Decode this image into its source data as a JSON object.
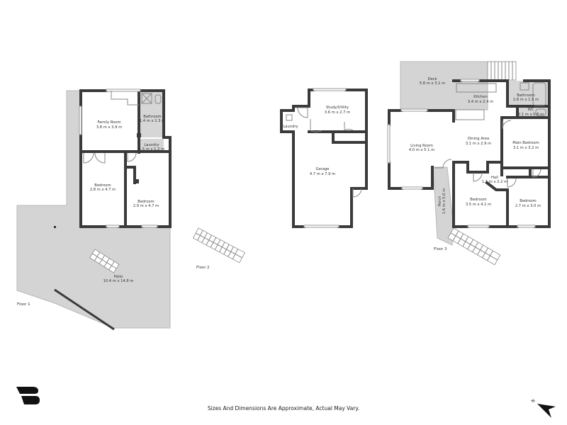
{
  "floors": [
    {
      "label": "Floor 1",
      "rooms": [
        {
          "name": "Family Room",
          "dims": "3.8 m x 3.9 m"
        },
        {
          "name": "Bathroom",
          "dims": "1.4 m x 2.3 m"
        },
        {
          "name": "Laundry",
          "dims": "1.5 m x 1.2 m"
        },
        {
          "name": "Bedroom",
          "dims": "2.8 m x 4.7 m"
        },
        {
          "name": "Bedroom",
          "dims": "2.9 m x 4.7 m"
        },
        {
          "name": "Patio",
          "dims": "10.4 m x 14.8 m"
        }
      ]
    },
    {
      "label": "Floor 2",
      "rooms": [
        {
          "name": "Study/Utility",
          "dims": "3.6 m x 2.7 m"
        },
        {
          "name": "Laundry",
          "dims": ""
        },
        {
          "name": "Garage",
          "dims": "4.7 m x 7.9 m"
        }
      ]
    },
    {
      "label": "Floor 3",
      "rooms": [
        {
          "name": "Deck",
          "dims": "5.8 m x 3.1 m"
        },
        {
          "name": "Kitchen",
          "dims": "3.4 m x 2.4 m"
        },
        {
          "name": "Bathroom",
          "dims": "2.8 m x 1.5 m"
        },
        {
          "name": "WC",
          "dims": "2.1 m x 0.8 m"
        },
        {
          "name": "Living Room",
          "dims": "4.0 m x 5.1 m"
        },
        {
          "name": "Dining Area",
          "dims": "3.1 m x 2.9 m"
        },
        {
          "name": "Main Bedroom",
          "dims": "3.1 m x 3.2 m"
        },
        {
          "name": "Hall",
          "dims": "1.1 m x 2.2 m"
        },
        {
          "name": "Porch",
          "dims": "1.6 m x 5.0 m"
        },
        {
          "name": "Bedroom",
          "dims": "3.5 m x 4.1 m"
        },
        {
          "name": "Bedroom",
          "dims": "2.7 m x 3.0 m"
        }
      ]
    }
  ],
  "footer": {
    "disclaimer": "Sizes And Dimensions Are Approximate, Actual May Vary."
  },
  "compass": {
    "label": "N",
    "icon": "north-arrow-icon"
  },
  "logo": {
    "icon": "brand-logo-icon"
  },
  "colors": {
    "wall": "#3a3a3a",
    "outdoor": "#d4d4d4",
    "background": "#ffffff"
  }
}
